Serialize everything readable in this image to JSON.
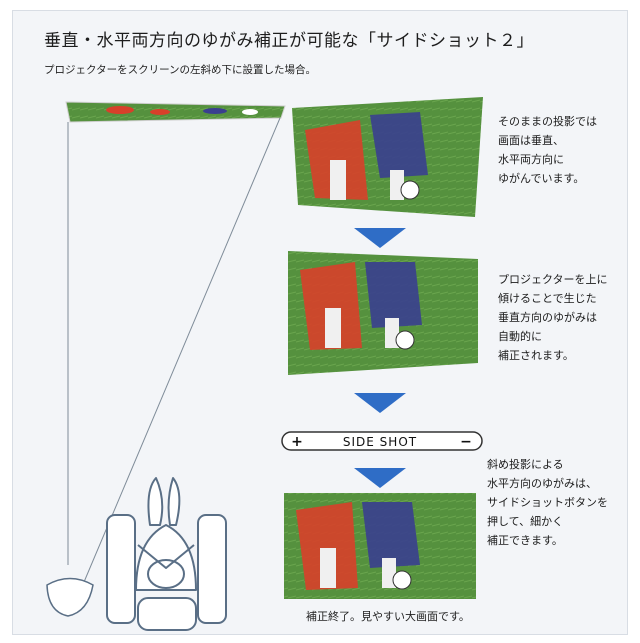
{
  "header": {
    "title": "垂直・水平両方向のゆがみ補正が可能な「サイドショット２」",
    "subtitle": "プロジェクターをスクリーンの左斜め下に設置した場合。"
  },
  "steps": [
    {
      "lines": [
        "そのままの投影では",
        "画面は垂直、",
        "水平両方向に",
        "ゆがんでいます。"
      ]
    },
    {
      "lines": [
        "プロジェクターを上に",
        "傾けることで生じた",
        "垂直方向のゆがみは",
        "自動的に",
        "補正されます。"
      ]
    },
    {
      "lines": [
        "斜め投影による",
        "水平方向のゆがみは、",
        "サイドショットボタンを",
        "押して、細かく",
        "補正できます。"
      ]
    }
  ],
  "side_shot_control": {
    "plus": "+",
    "label": "SIDE SHOT",
    "minus": "−"
  },
  "caption": "補正終了。見やすい大画面です。",
  "colors": {
    "arrow": "#2f6dc6",
    "grass": "#4f8a3a",
    "red_kit": "#d8402a",
    "blue_kit": "#3a3f8f",
    "figure_line": "#5a6f86"
  }
}
